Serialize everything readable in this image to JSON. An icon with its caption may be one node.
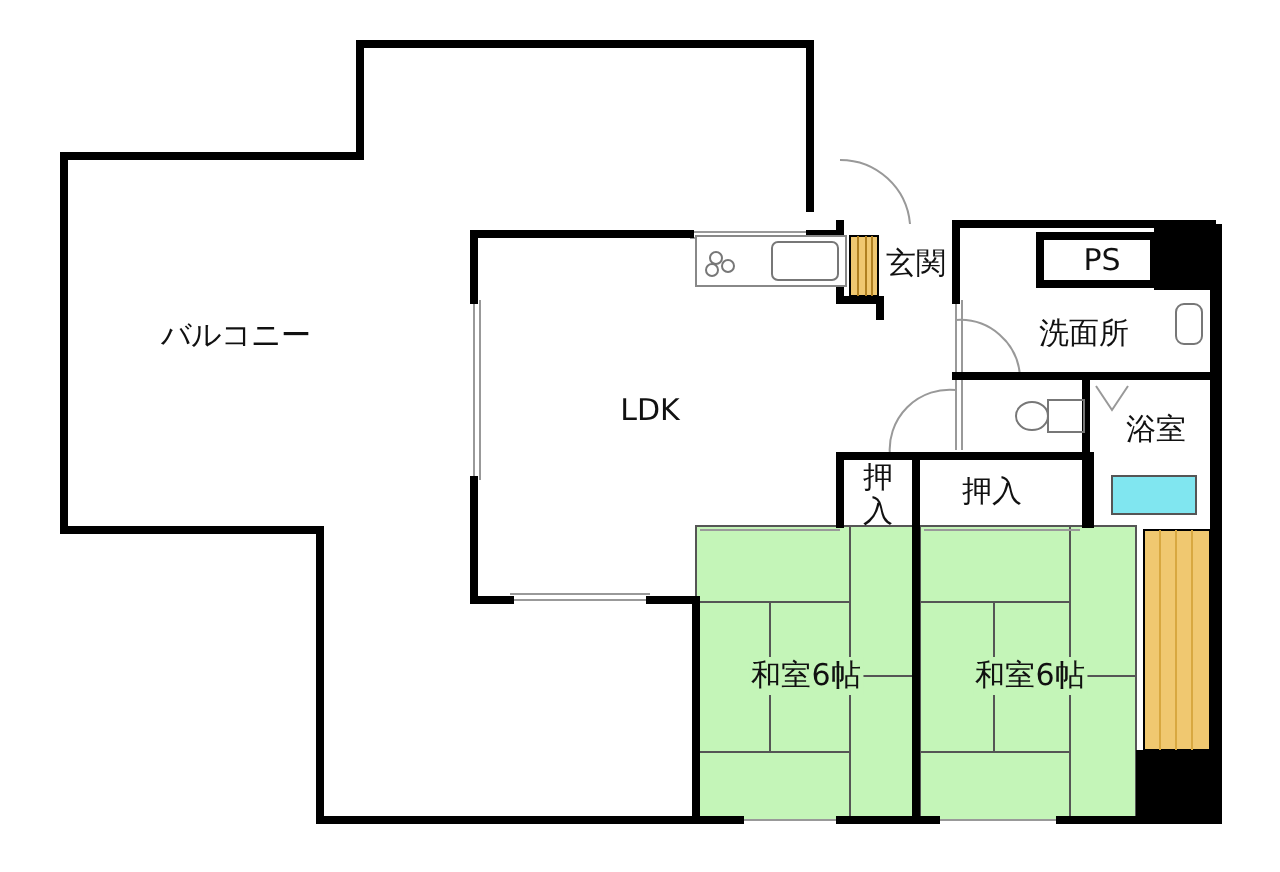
{
  "diagram": {
    "nodes": [
      {
        "text": [
          "バルコニー"
        ]
      },
      {
        "text": [
          "LDK"
        ]
      },
      {
        "text": [
          "玄関"
        ]
      },
      {
        "text": [
          "PS"
        ]
      },
      {
        "text": [
          "洗面所"
        ]
      },
      {
        "text": [
          "浴室"
        ]
      },
      {
        "text": [
          "押入"
        ]
      },
      {
        "text": [
          "押入"
        ]
      },
      {
        "text": [
          "和室6帖"
        ]
      },
      {
        "text": [
          "和室6帖"
        ]
      }
    ]
  }
}
